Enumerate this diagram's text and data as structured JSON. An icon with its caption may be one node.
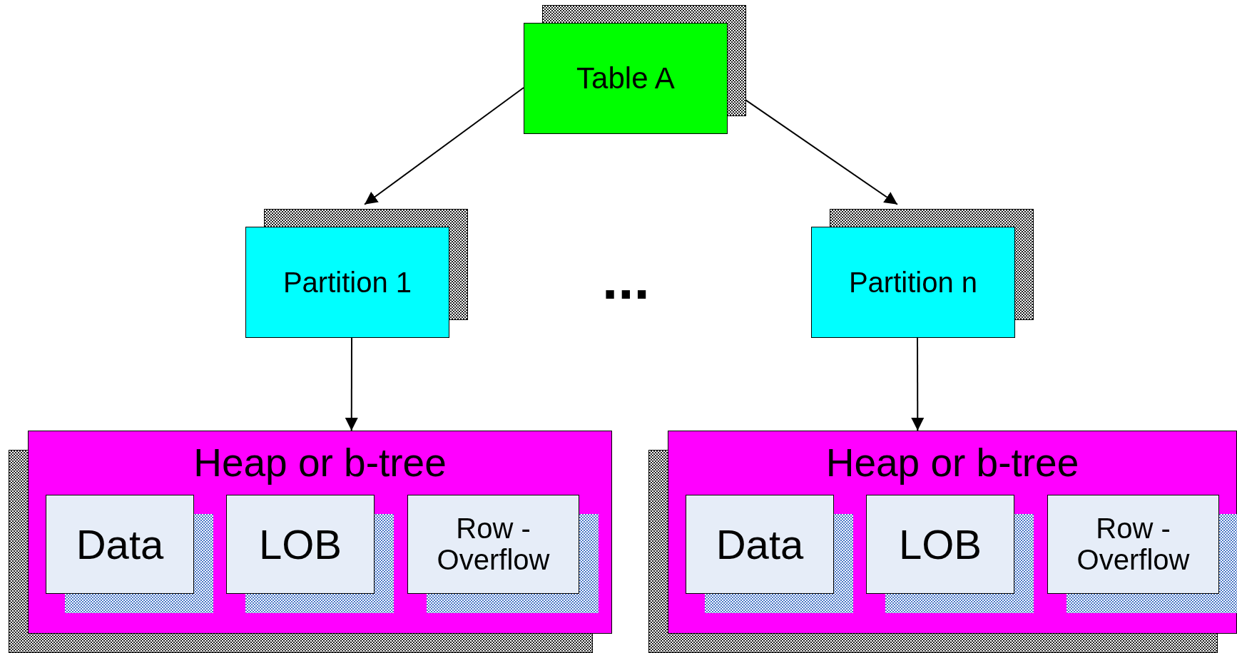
{
  "diagram": {
    "nodes": [
      {
        "text": [
          "Table A"
        ]
      },
      {
        "text": [
          "Partition 1"
        ]
      },
      {
        "text": [
          "Partition n"
        ]
      },
      {
        "text": [
          "Heap or b-tree"
        ]
      },
      {
        "text": [
          "Data"
        ],
        "in": 3
      },
      {
        "text": [
          "LOB"
        ],
        "in": 3
      },
      {
        "text": [
          "Row - Overflow"
        ],
        "in": 3
      },
      {
        "text": [
          "Heap or b-tree"
        ]
      },
      {
        "text": [
          "Data"
        ],
        "in": 7
      },
      {
        "text": [
          "LOB"
        ],
        "in": 7
      },
      {
        "text": [
          "Row - Overflow"
        ],
        "in": 7
      }
    ],
    "edges": [
      {
        "from": 0,
        "to": 1,
        "arrow": "to"
      },
      {
        "from": 0,
        "to": 2,
        "arrow": "to"
      },
      {
        "from": 1,
        "to": 3,
        "arrow": "to"
      },
      {
        "from": 2,
        "to": 7,
        "arrow": "to"
      }
    ],
    "labels": [
      "..."
    ]
  }
}
